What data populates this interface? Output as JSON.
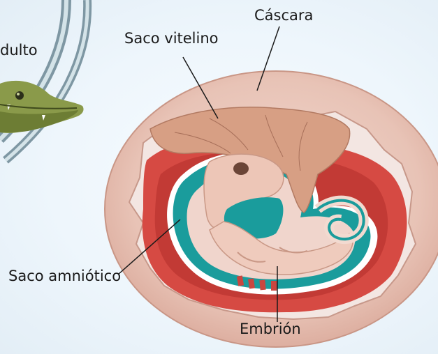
{
  "labels": {
    "adult": "dulto",
    "shell": "Cáscara",
    "yolk_sac": "Saco vitelino",
    "amniotic_sac": "Saco amniótico",
    "embryo": "Embrión"
  }
}
